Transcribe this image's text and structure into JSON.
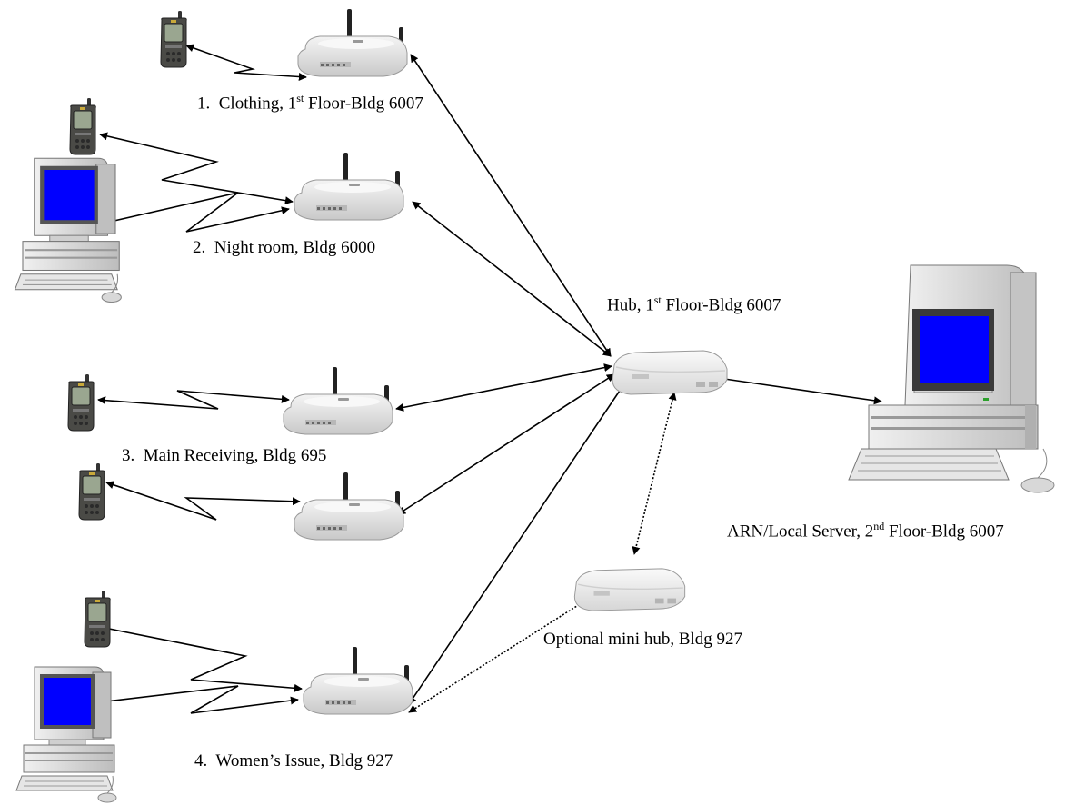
{
  "labels": {
    "ap1": {
      "num": "1.",
      "pre": "Clothing, 1",
      "sup": "st",
      "post": " Floor-Bldg 6007"
    },
    "ap2": {
      "num": "2.",
      "text": "Night room, Bldg 6000"
    },
    "ap3": {
      "num": "3.",
      "text": "Main Receiving, Bldg 695"
    },
    "ap4": {
      "num": "4.",
      "text": "Women’s Issue, Bldg 927"
    },
    "hub": {
      "pre": "Hub, 1",
      "sup": "st",
      "post": " Floor-Bldg 6007"
    },
    "server": {
      "pre": "ARN/Local Server, 2",
      "sup": "nd",
      "post": " Floor-Bldg 6007"
    },
    "mini_hub": {
      "text": "Optional mini hub, Bldg 927"
    }
  },
  "colors": {
    "screen": "#0000ff",
    "device_body": "#e4e4e4",
    "handheld": "#4a4a46",
    "line": "#000000"
  }
}
